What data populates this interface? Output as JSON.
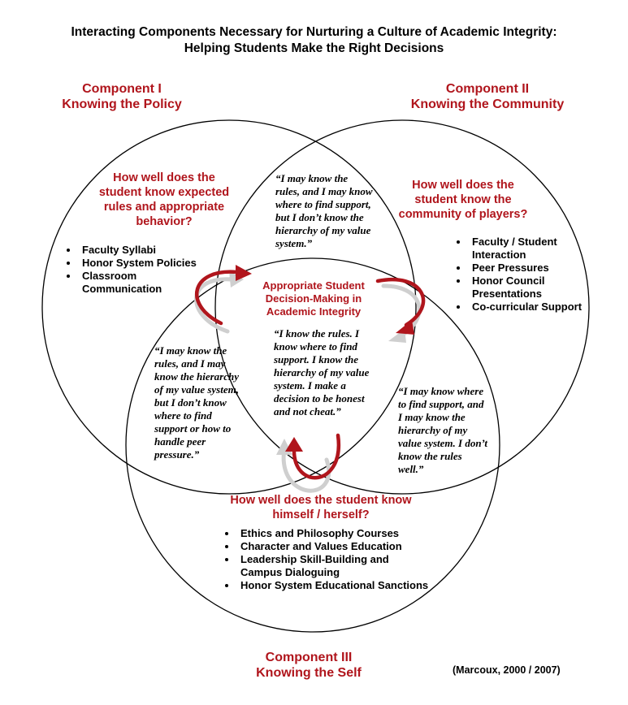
{
  "title": {
    "line1": "Interacting Components Necessary for Nurturing a Culture of Academic Integrity:",
    "line2": "Helping Students Make the Right Decisions"
  },
  "component1": {
    "name": "Component I",
    "subtitle": "Knowing the Policy",
    "question": "How well does the student know expected rules and appropriate behavior?",
    "items": [
      "Faculty Syllabi",
      "Honor System Policies",
      "Classroom Communication"
    ]
  },
  "component2": {
    "name": "Component II",
    "subtitle": "Knowing the Community",
    "question": "How well does the student know the community of players?",
    "items": [
      "Faculty / Student Interaction",
      "Peer Pressures",
      "Honor Council Presentations",
      "Co-curricular Support"
    ]
  },
  "component3": {
    "name": "Component III",
    "subtitle": "Knowing the Self",
    "question": "How well does the student know himself / herself?",
    "items": [
      "Ethics and Philosophy Courses",
      "Character and Values Education",
      "Leadership Skill-Building and Campus Dialoguing",
      "Honor System Educational Sanctions"
    ]
  },
  "center": {
    "label": "Appropriate Student Decision-Making in Academic Integrity",
    "quote": "“I know the rules.  I know where to find support.  I know the hierarchy of my value system.  I make a decision to be honest and not cheat.”"
  },
  "overlaps": {
    "top": "“I may know the rules, and I may know where to find support, but I don’t know the hierarchy of my value system.”",
    "left": "“I may know the rules, and I may know the hierarchy of my value system, but I don’t know where to find support or how to handle peer pressure.”",
    "right": "“I may know where to find support, and I may know the hierarchy of my value system. I don’t know the rules well.”"
  },
  "citation": "(Marcoux, 2000 / 2007)",
  "colors": {
    "accent": "#b0151c",
    "arrow_gray": "#cfcfcf",
    "circle_stroke": "#000000"
  }
}
